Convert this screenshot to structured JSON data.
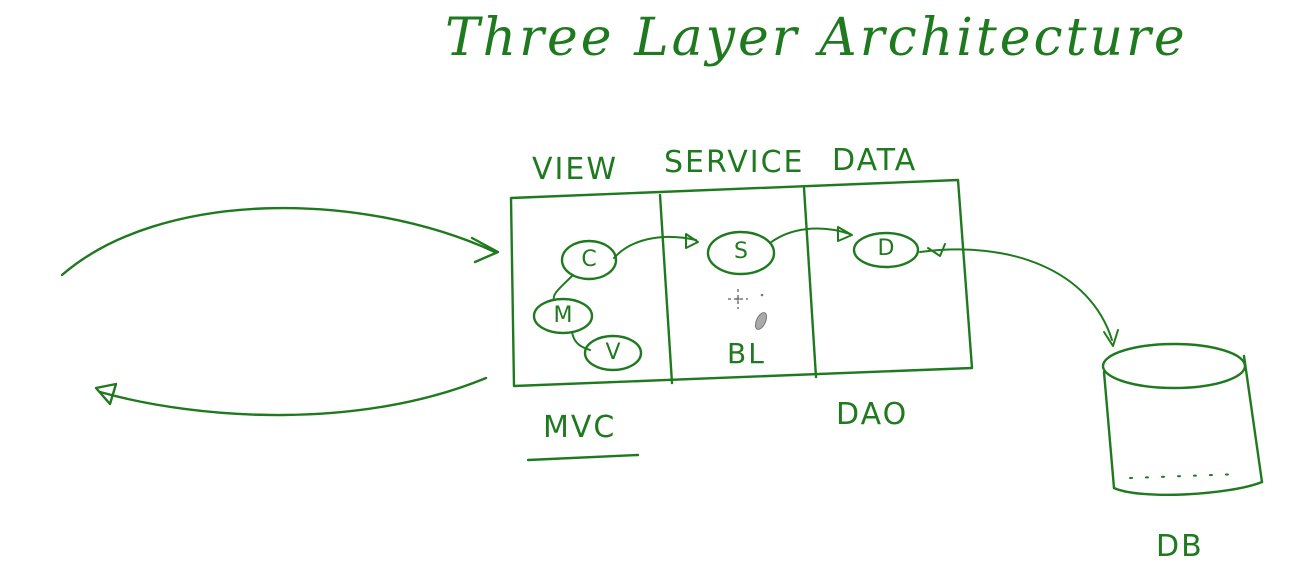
{
  "title": "Three Layer Architecture",
  "layers": {
    "view": "VIEW",
    "service": "SERVICE",
    "data": "DATA"
  },
  "nodes": {
    "controller": "C",
    "model": "M",
    "view": "V",
    "service": "S",
    "dao": "D"
  },
  "business_logic_label": "BL",
  "mvc_label": "MVC",
  "dao_label": "DAO",
  "db_label": "DB",
  "colors": {
    "ink": "#1f7a1f",
    "background": "#ffffff"
  }
}
